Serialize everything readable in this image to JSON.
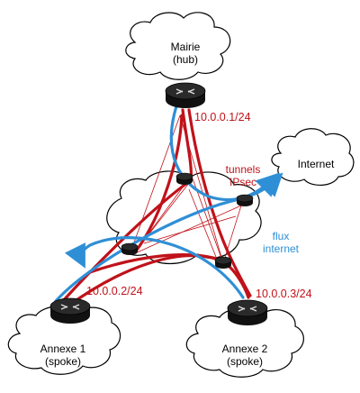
{
  "nodes": {
    "hub": {
      "name": "Mairie",
      "role": "(hub)",
      "ip": "10.0.0.1/24"
    },
    "spoke1": {
      "name": "Annexe 1",
      "role": "(spoke)",
      "ip": "10.0.0.2/24"
    },
    "spoke2": {
      "name": "Annexe 2",
      "role": "(spoke)",
      "ip": "10.0.0.3/24"
    },
    "internet": {
      "name": "Internet"
    }
  },
  "annotations": {
    "tunnels_line1": "tunnels",
    "tunnels_line2": "IPsec",
    "flux_line1": "flux",
    "flux_line2": "internet"
  },
  "colors": {
    "tunnel": "#c0121a",
    "flow": "#2f8fd6",
    "router": "#111111"
  }
}
